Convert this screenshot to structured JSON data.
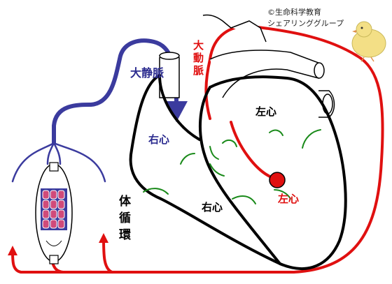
{
  "credit": {
    "line1": "©生命科学教育",
    "line2": "シェアリンググループ"
  },
  "labels": {
    "vena_cava": "大静脈",
    "aorta_1": "大",
    "aorta_2": "動",
    "aorta_3": "脈",
    "right_atrium": "右心",
    "left_atrium": "左心",
    "right_ventricle": "右心",
    "left_ventricle": "左心",
    "systemic_1": "体",
    "systemic_2": "循",
    "systemic_3": "環"
  },
  "colors": {
    "artery": "#e01010",
    "vein": "#3b3b9e",
    "outline": "#000000",
    "valve": "#1a8a1a",
    "label_vein": "#2b2b8f",
    "label_artery": "#e01010",
    "cell": "#c0306a",
    "chick": "#f3df86"
  }
}
